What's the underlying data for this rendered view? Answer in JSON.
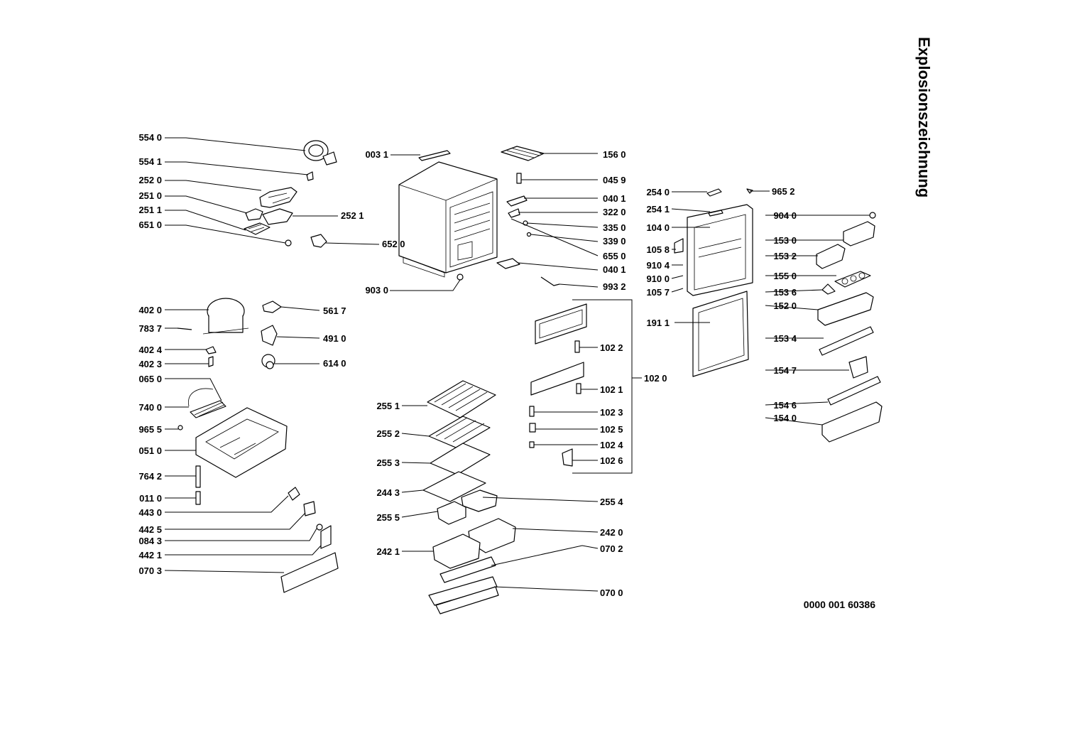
{
  "header": {
    "side_title": "Explosionszeichnung"
  },
  "footer": {
    "document_number": "0000 001 60386"
  },
  "parts": [
    "554 0",
    "554 1",
    "252 0",
    "251 0",
    "251 1",
    "651 0",
    "252 1",
    "652 0",
    "003 1",
    "156 0",
    "045 9",
    "040 1",
    "322 0",
    "335 0",
    "339 0",
    "655 0",
    "040 1",
    "903 0",
    "993 2",
    "254 0",
    "965 2",
    "254 1",
    "904 0",
    "104 0",
    "153 0",
    "105 8",
    "153 2",
    "910 4",
    "155 0",
    "910 0",
    "153 6",
    "105 7",
    "152 0",
    "402 0",
    "561 7",
    "783 7",
    "491 0",
    "402 4",
    "402 3",
    "614 0",
    "065 0",
    "740 0",
    "965 5",
    "051 0",
    "764 2",
    "011 0",
    "443 0",
    "442 5",
    "084 3",
    "442 1",
    "070 3",
    "191 1",
    "102 2",
    "102 1",
    "102 0",
    "102 3",
    "102 5",
    "102 4",
    "102 6",
    "153 4",
    "154 7",
    "154 6",
    "154 0",
    "255 1",
    "255 2",
    "255 3",
    "244 3",
    "255 4",
    "255 5",
    "242 0",
    "242 1",
    "070 2",
    "070 0"
  ]
}
